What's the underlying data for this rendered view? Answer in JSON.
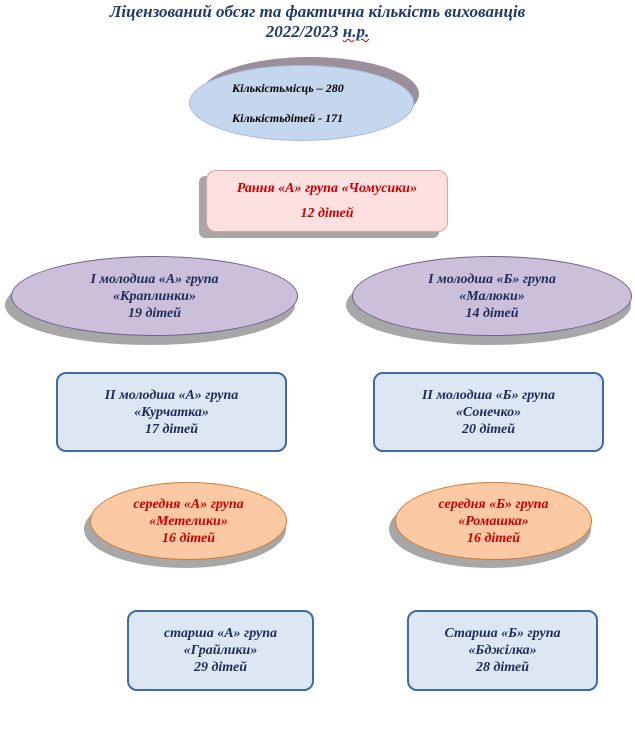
{
  "title": {
    "line1": "Ліцензований обсяг та фактична кількість вихованців",
    "line2_main": "2022/2023 ",
    "line2_nr": "н.р."
  },
  "capacity": {
    "places": "Кількістьмісць – 280",
    "children": "Кількістьдітей - 171"
  },
  "groups": {
    "early_a": {
      "line1": "Рання «А» група «Чомусики»",
      "count": "12 дітей"
    },
    "junior1_a": {
      "line1": "І молодша «А» група",
      "line2": "«Краплинки»",
      "count": "19 дітей"
    },
    "junior1_b": {
      "line1": "І молодша «Б» група",
      "line2": "«Малюки»",
      "count": "14 дітей"
    },
    "junior2_a": {
      "line1": "ІІ молодша «А» група",
      "line2": "«Курчатка»",
      "count": "17 дітей"
    },
    "junior2_b": {
      "line1": "ІІ молодша «Б» група",
      "line2": "«Сонечко»",
      "count": "20 дітей"
    },
    "middle_a": {
      "line1": "середня «А» група",
      "line2": "«Метелики»",
      "count": "16 дітей"
    },
    "middle_b": {
      "line1": "середня «Б» група",
      "line2": "«Ромашка»",
      "count": "16 дітей"
    },
    "senior_a": {
      "line1": "старша «А» група",
      "line2": "«Грайлики»",
      "count": "29 дітей"
    },
    "senior_b": {
      "line1": "Старша «Б» група",
      "line2": "«Бджілка»",
      "count": "28 дітей"
    }
  }
}
